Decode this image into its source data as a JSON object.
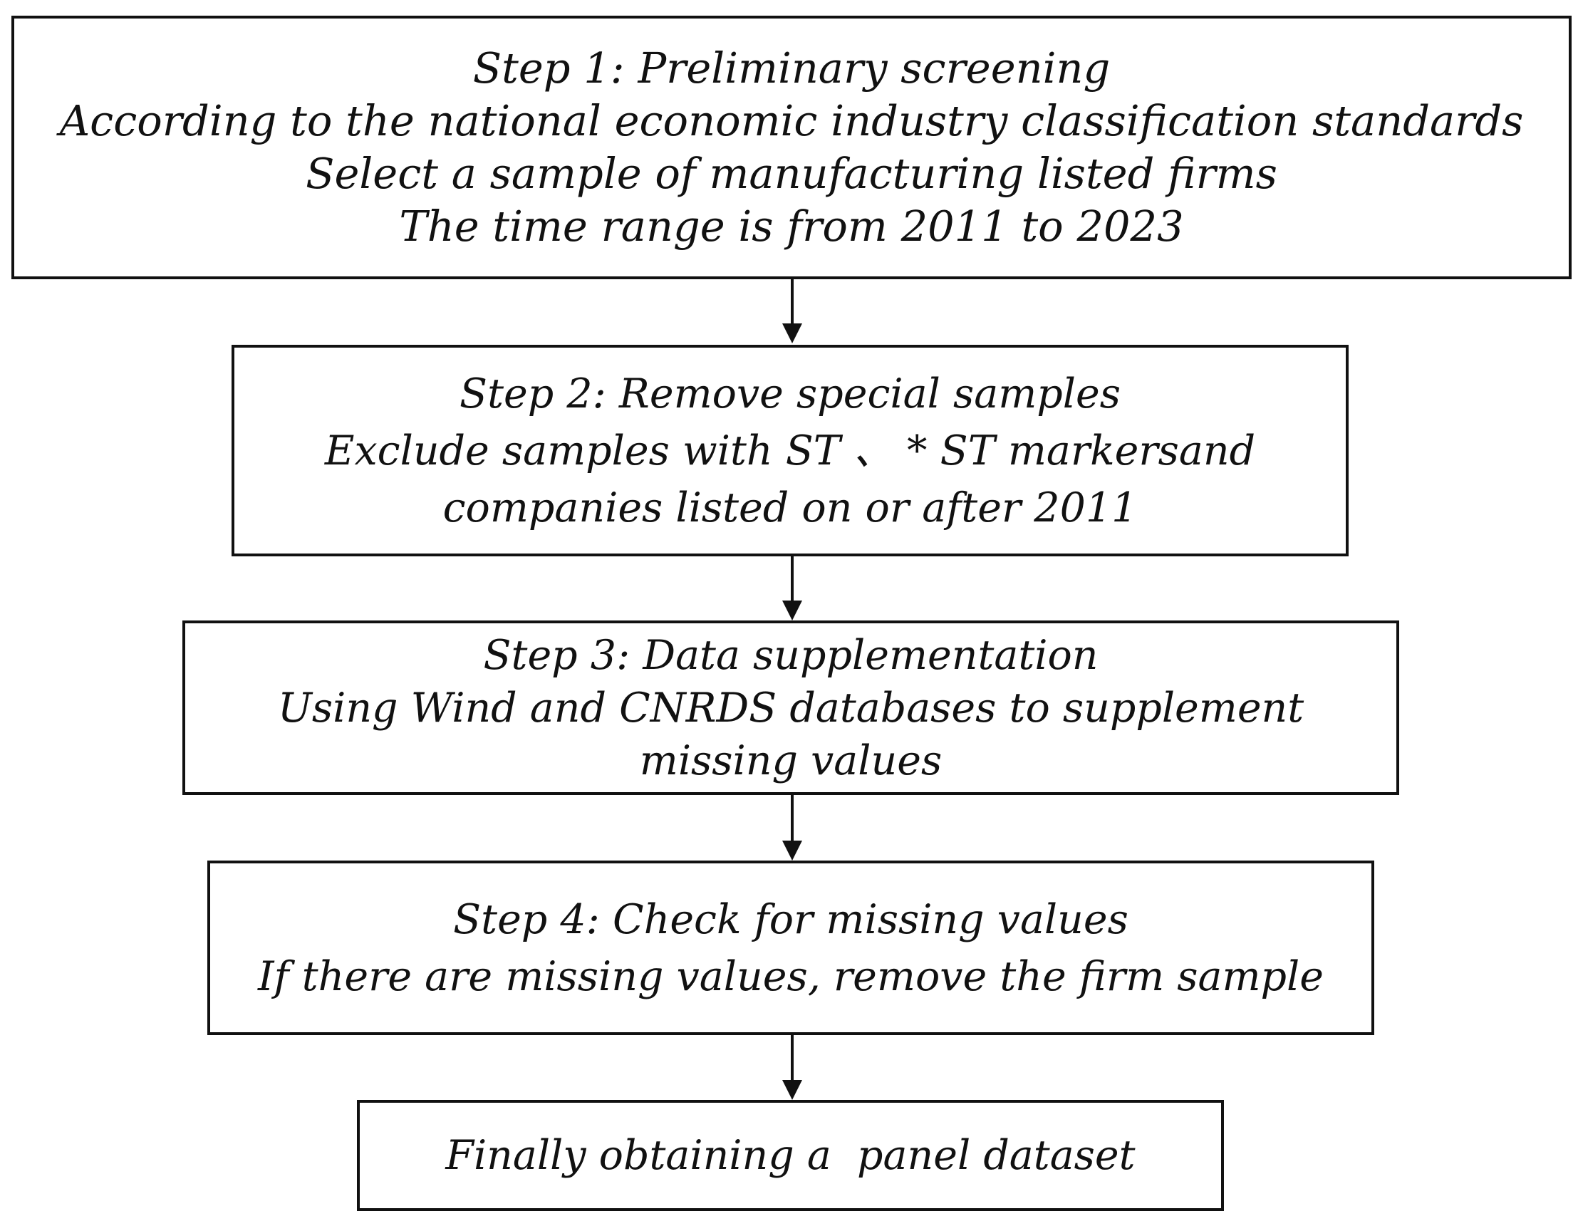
{
  "steps": [
    {
      "lines": [
        "Step 1: Preliminary screening",
        "According to the national economic industry classification standards",
        "Select a sample of manufacturing listed firms",
        "The time range is from 2011 to 2023"
      ]
    },
    {
      "lines": [
        "Step 2: Remove special samples",
        "Exclude samples with ST 、 * ST markersand",
        "companies listed on or after 2011"
      ]
    },
    {
      "lines": [
        "Step 3: Data supplementation",
        "Using Wind and CNRDS databases to supplement",
        "missing values"
      ]
    },
    {
      "lines": [
        "Step 4: Check for missing values",
        "If there are missing values, remove the firm sample"
      ]
    },
    {
      "lines": [
        "Finally obtaining a  panel dataset"
      ]
    }
  ]
}
